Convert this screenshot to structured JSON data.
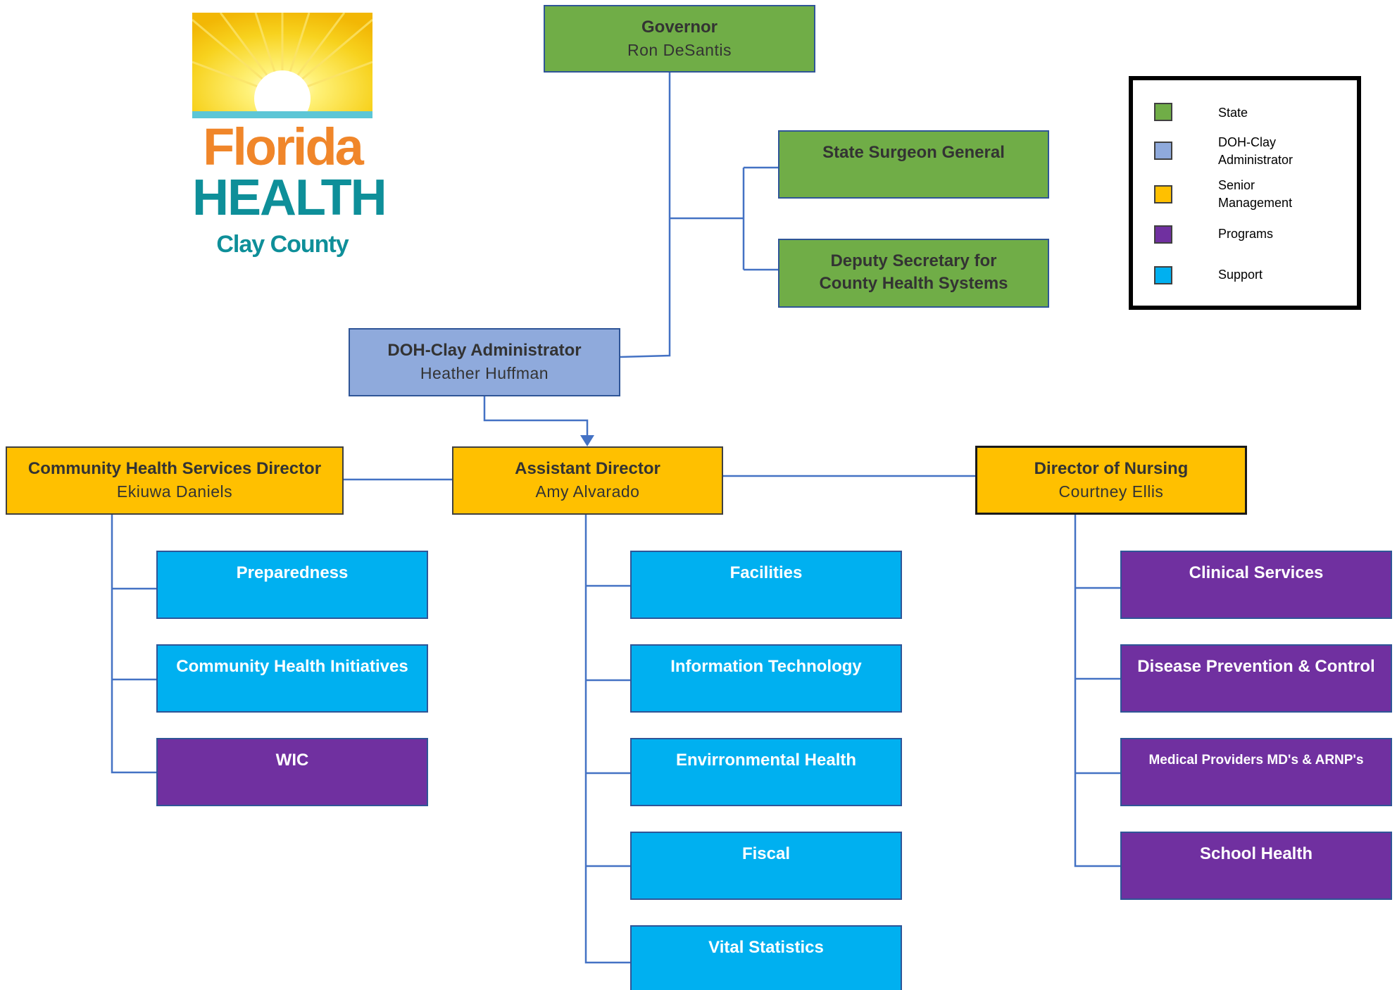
{
  "colors": {
    "state": "#70ad47",
    "admin": "#8faadc",
    "senior": "#ffc000",
    "support": "#00b0f0",
    "program": "#7030a0",
    "connector": "#4472c4"
  },
  "logo": {
    "line1": "Florida",
    "line2": "HEALTH",
    "line3": "Clay County"
  },
  "legend": [
    {
      "label": "State",
      "color": "#70ad47"
    },
    {
      "label": "DOH-Clay\nAdministrator",
      "color": "#8faadc"
    },
    {
      "label": "Senior\nManagement",
      "color": "#ffc000"
    },
    {
      "label": "Programs",
      "color": "#7030a0"
    },
    {
      "label": "Support",
      "color": "#00b0f0"
    }
  ],
  "nodes": {
    "governor": {
      "title": "Governor",
      "person": "Ron DeSantis"
    },
    "surgeon": {
      "title": "State Surgeon General"
    },
    "deputy": {
      "title": "Deputy Secretary for\nCounty Health Systems"
    },
    "administrator": {
      "title": "DOH-Clay Administrator",
      "person": "Heather Huffman"
    },
    "chs_director": {
      "title": "Community Health Services Director",
      "person": "Ekiuwa Daniels"
    },
    "assistant_director": {
      "title": "Assistant Director",
      "person": "Amy Alvarado"
    },
    "nursing_director": {
      "title": "Director of Nursing",
      "person": "Courtney Ellis"
    },
    "preparedness": {
      "title": "Preparedness"
    },
    "chi": {
      "title": "Community Health Initiatives"
    },
    "wic": {
      "title": "WIC"
    },
    "facilities": {
      "title": "Facilities"
    },
    "it": {
      "title": "Information Technology"
    },
    "env_health": {
      "title": "Envirronmental Health"
    },
    "fiscal": {
      "title": "Fiscal"
    },
    "vital_stats": {
      "title": "Vital Statistics"
    },
    "clinical": {
      "title": "Clinical Services"
    },
    "disease": {
      "title": "Disease Prevention & Control"
    },
    "providers": {
      "title": "Medical Providers MD's & ARNP's"
    },
    "school": {
      "title": "School Health"
    }
  }
}
